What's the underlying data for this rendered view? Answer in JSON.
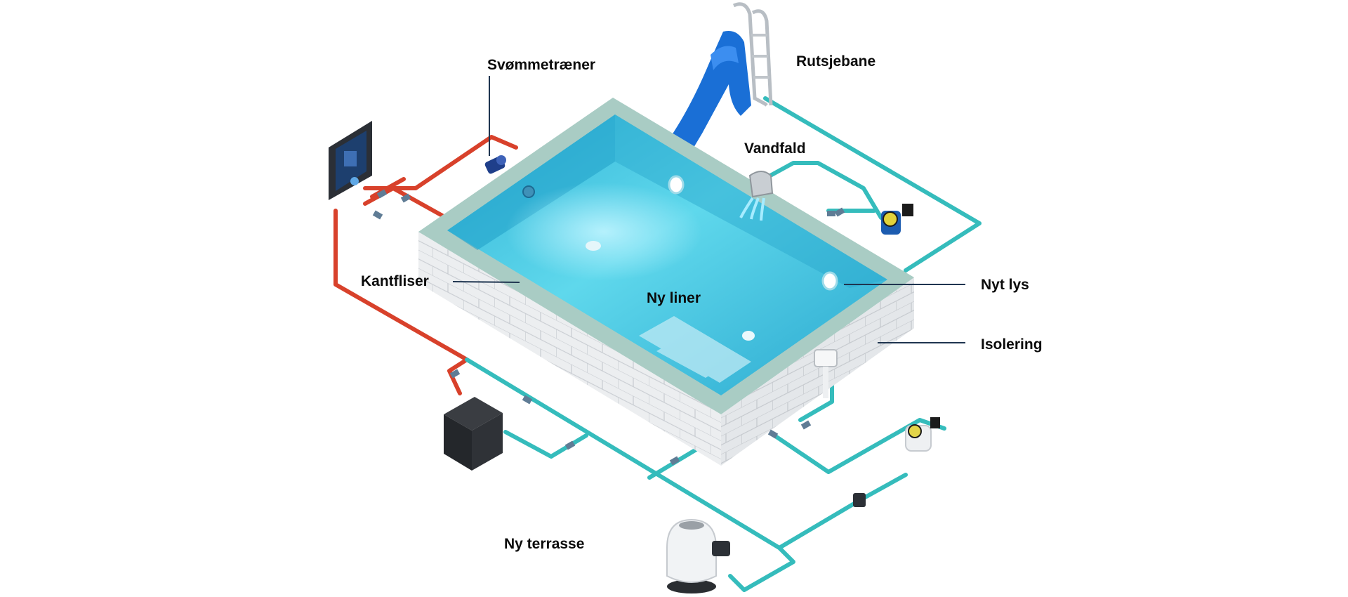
{
  "labels": {
    "swim_trainer": "Svømmetræner",
    "slide": "Rutsjebane",
    "waterfall": "Vandfald",
    "edge_tiles": "Kantfliser",
    "new_liner": "Ny liner",
    "new_light": "Nyt lys",
    "insulation": "Isolering",
    "new_terrace": "Ny terrasse"
  },
  "colors": {
    "hot_pipe": "#d8412b",
    "cold_pipe": "#35bcbc",
    "water": "#45c6e0",
    "wall": "#eceef0",
    "slide": "#1a6fd6",
    "leader": "#1f3550"
  }
}
